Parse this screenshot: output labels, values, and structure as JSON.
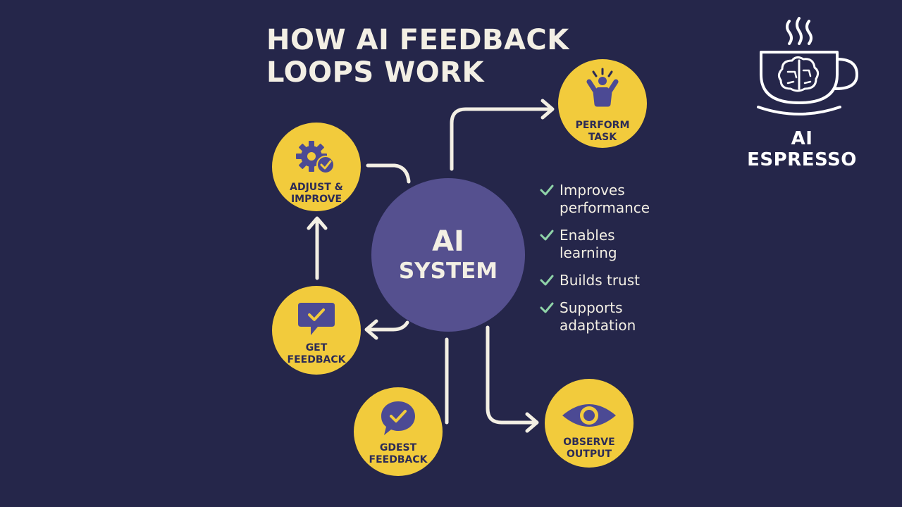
{
  "title": {
    "line1": "HOW AI FEEDBACK",
    "line2": "LOOPS WORK"
  },
  "center": {
    "line1": "AI",
    "line2": "SYSTEM"
  },
  "nodes": {
    "perform_task": {
      "line1": "PERFORM",
      "line2": "TASK",
      "icon": "person-raised-arms-icon"
    },
    "adjust_improve": {
      "line1": "ADJUST &",
      "line2": "IMPROVE",
      "icon": "gear-check-icon"
    },
    "get_feedback": {
      "line1": "GET",
      "line2": "FEEDBACK",
      "icon": "chat-check-icon"
    },
    "gdest_feedback": {
      "line1": "GDEST",
      "line2": "FEEDBACK",
      "icon": "chat-bubble-check-icon"
    },
    "observe_output": {
      "line1": "OBSERVE",
      "line2": "OUTPUT",
      "icon": "eye-icon"
    }
  },
  "benefits": [
    {
      "line1": "Improves",
      "line2": "performance"
    },
    {
      "line1": "Enables",
      "line2": "learning"
    },
    {
      "line1": "Builds trust",
      "line2": ""
    },
    {
      "line1": "Supports",
      "line2": "adaptation"
    }
  ],
  "brand": {
    "name": "AI ESPRESSO",
    "icon": "coffee-cup-brain-icon"
  },
  "colors": {
    "background": "#25264a",
    "node_fill": "#f2cb3c",
    "center_fill": "#55508f",
    "icon_purple": "#4c4a94",
    "text_light": "#f3efe4",
    "check_green": "#8fd3a8"
  }
}
